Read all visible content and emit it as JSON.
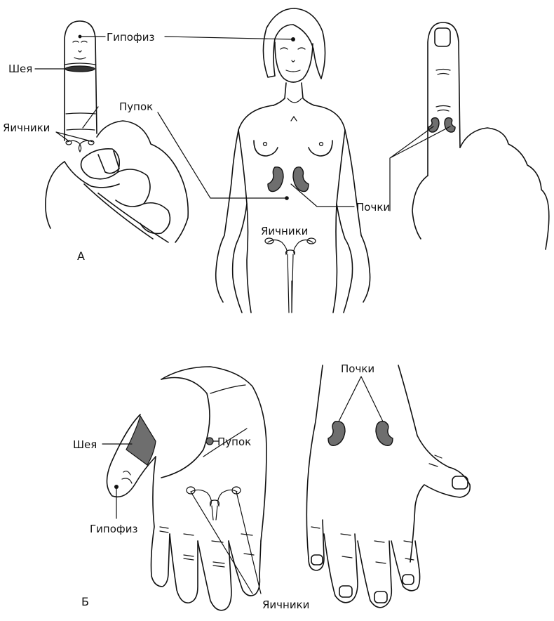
{
  "labels": {
    "pituitary_top": "Гипофиз",
    "neck_top": "Шея",
    "navel_top": "Пупок",
    "ovaries_finger": "Яичники",
    "ovaries_body": "Яичники",
    "kidneys_top": "Почки",
    "panel_a": "А",
    "neck_palm": "Шея",
    "navel_palm": "Пупок",
    "pituitary_palm": "Гипофиз",
    "ovaries_palm": "Яичники",
    "kidneys_back": "Почки",
    "panel_b": "Б"
  },
  "colors": {
    "line": "#111111",
    "organ_fill": "#6e6e6e",
    "background": "#ffffff"
  }
}
